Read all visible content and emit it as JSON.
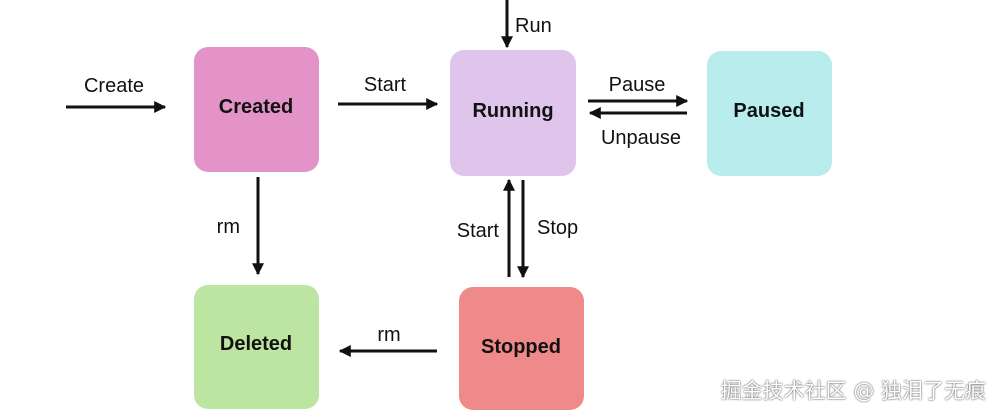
{
  "colors": {
    "created": "#e493c8",
    "running": "#dfc4eb",
    "paused": "#b9ecec",
    "deleted": "#bbe5a1",
    "stopped": "#ee8a89",
    "arrow": "#111111"
  },
  "nodes": {
    "created": "Created",
    "running": "Running",
    "paused": "Paused",
    "deleted": "Deleted",
    "stopped": "Stopped"
  },
  "edges": {
    "create": "Create",
    "start_created_running": "Start",
    "run": "Run",
    "pause": "Pause",
    "unpause": "Unpause",
    "rm_created_deleted": "rm",
    "start_stopped_running": "Start",
    "stop": "Stop",
    "rm_stopped_deleted": "rm"
  },
  "watermark": "掘金技术社区 @ 独泪了无痕"
}
